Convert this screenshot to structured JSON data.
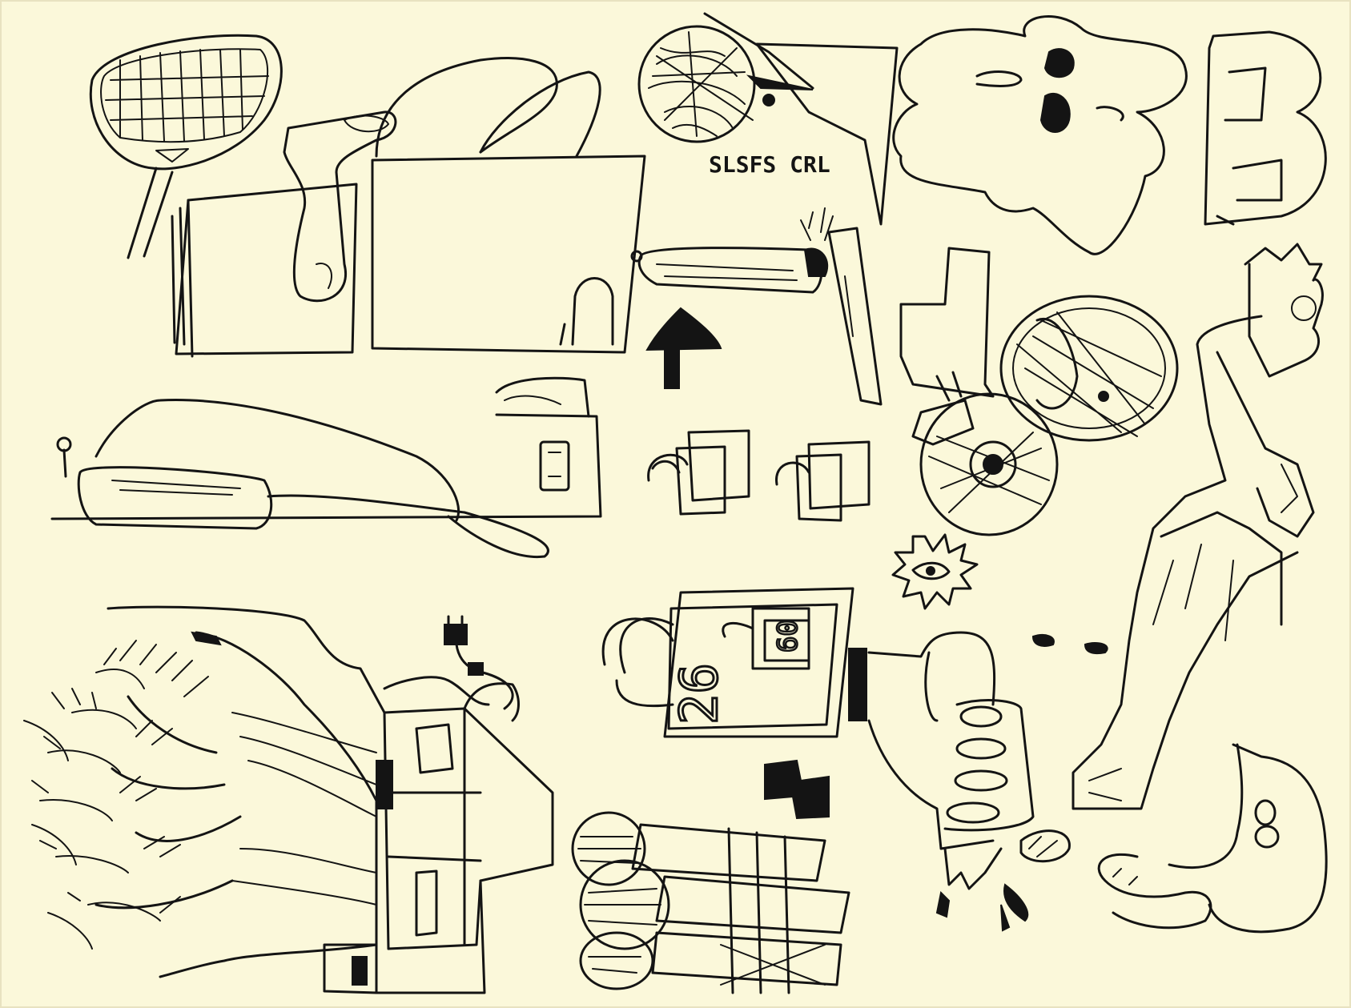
{
  "sketch": {
    "caption": "SLSFS CRL",
    "bag_numbers": {
      "large": "26",
      "small": "60"
    },
    "ink_color": "#141414",
    "paper_color": "#fbf8da",
    "subjects": [
      "tennis-racket",
      "hand-on-paper-stack",
      "moon-ball",
      "flower",
      "letter-b",
      "rolling-pin",
      "arrow-up",
      "shopping-bags",
      "power-strip",
      "wheels",
      "person",
      "starburst-eye",
      "bag-with-numbers",
      "fist-with-bottle",
      "boxes",
      "plant-leaves",
      "makeup-brushes",
      "cat"
    ]
  }
}
